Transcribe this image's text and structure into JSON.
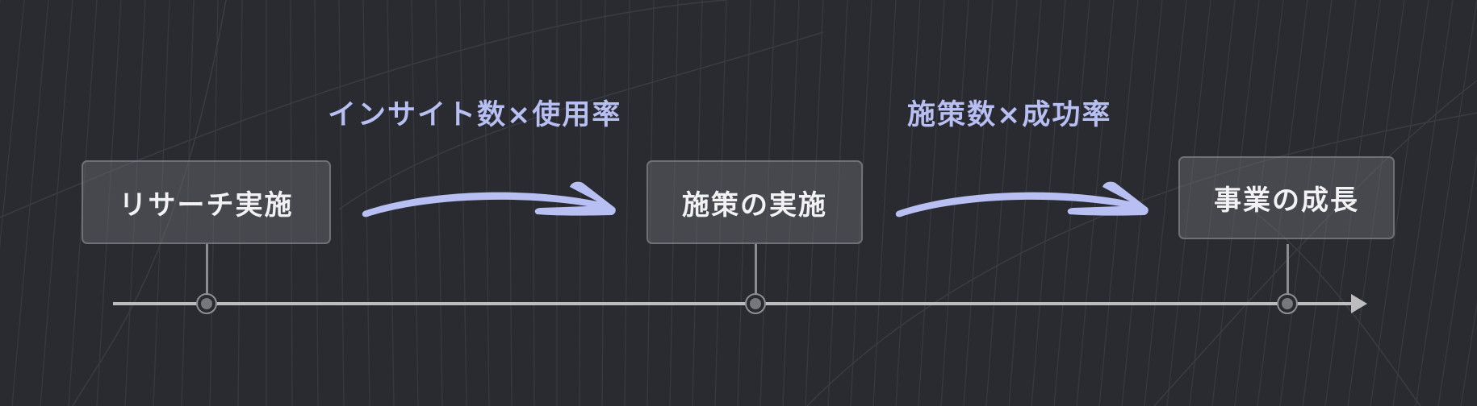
{
  "diagram": {
    "type": "timeline-flow",
    "stages": [
      {
        "label": "リサーチ実施"
      },
      {
        "label": "施策の実施"
      },
      {
        "label": "事業の成長"
      }
    ],
    "transitions": [
      {
        "label": "インサイト数×使用率",
        "from": 0,
        "to": 1
      },
      {
        "label": "施策数×成功率",
        "from": 1,
        "to": 2
      }
    ]
  },
  "colors": {
    "background": "#2a2b31",
    "accent": "#b7bff3",
    "box_fill": "#4a4b52",
    "box_text": "#f2f2f4",
    "timeline": "#bdbdc0",
    "marker": "#77787e"
  }
}
